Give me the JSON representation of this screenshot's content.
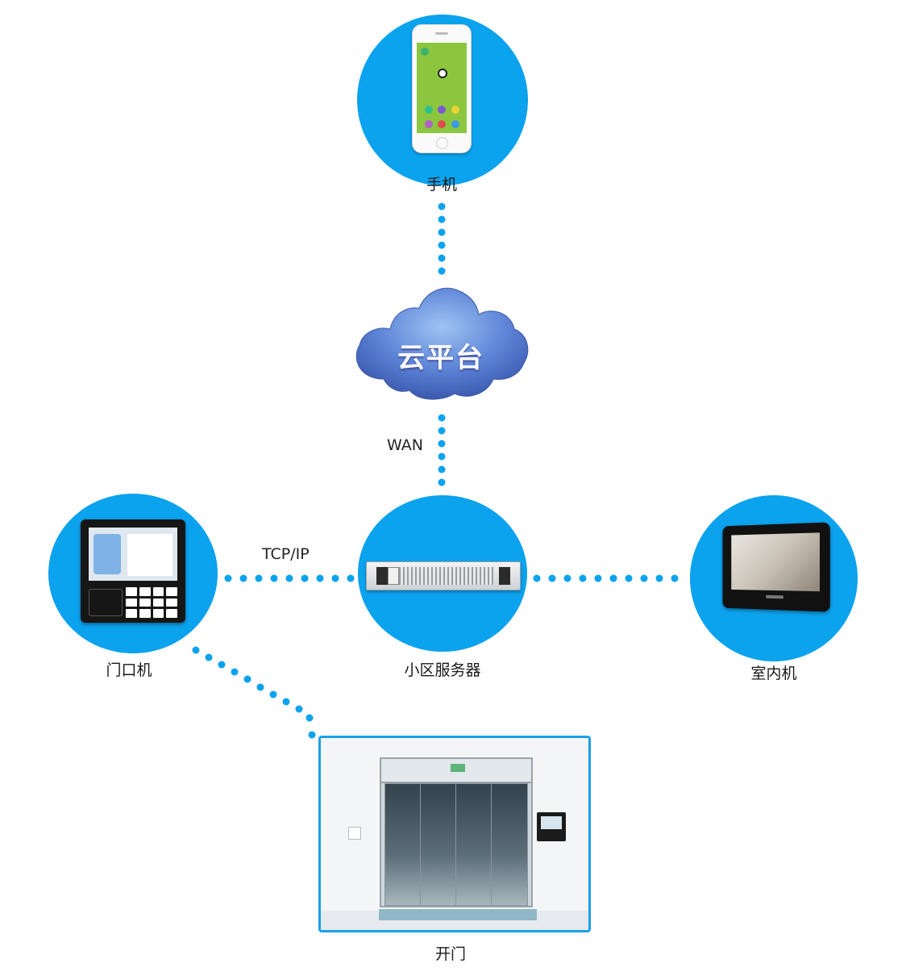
{
  "nodes": {
    "phone": {
      "label": "手机"
    },
    "cloud": {
      "label": "云平台"
    },
    "door_station": {
      "label": "门口机"
    },
    "server": {
      "label": "小区服务器"
    },
    "indoor_unit": {
      "label": "室内机"
    },
    "door": {
      "label": "开门"
    }
  },
  "connections": {
    "cloud_server": {
      "label": "WAN"
    },
    "door_server": {
      "label": "TCP/IP"
    }
  },
  "colors": {
    "circle": "#0ba2ee",
    "dots": "#0ba2ee",
    "cloud": "#5a7ed6",
    "photo_border": "#1aa0ea"
  }
}
